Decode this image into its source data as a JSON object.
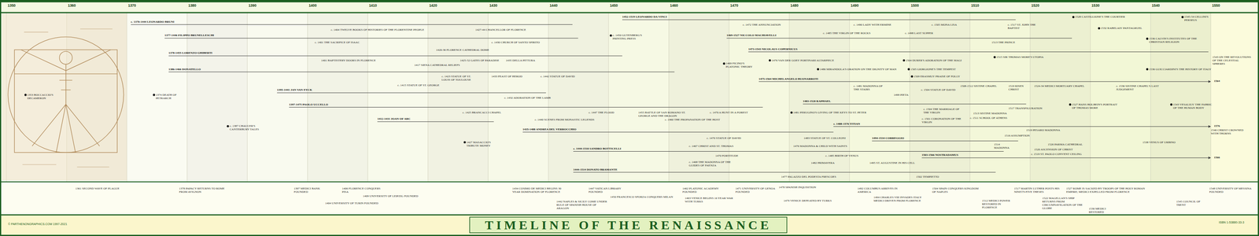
{
  "diagram": {
    "title": "TIMELINE OF THE RENAISSANCE",
    "labels": [
      "1350",
      "1360",
      "1370",
      "1380",
      "1390",
      "1400",
      "1410",
      "1420",
      "1430",
      "1440",
      "1450",
      "1460",
      "1470",
      "1480",
      "1490",
      "1500",
      "1510",
      "1520",
      "1530",
      "1540",
      "1550",
      "c. 1370-1444 LEONARDO BRUNI",
      "c. 1404 TWELVE BOOKS OF HISTORIES OF THE FLORENTINE PEOPLE",
      "1427-44 CHANCELLOR OF FLORENCE",
      "1452-1519 LEONARDO DA VINCI",
      "c. 1472 THE ANNUNCIATION",
      "c. 1490 LADY WITH ERMINE",
      "c. 1505 MONA LISA",
      "c. 1517 ST. JOHN THE BAPTIST",
      "1528 CASTIGLIONE'S THE COURTIER",
      "1545-54 CELLINI'S PERSEUS",
      "c. 1485 THE VIRGIN OF THE ROCKS",
      "c. 1498 LAST SUPPER",
      "1532 RABELAIS' PANTAGRUEL",
      "1377-1446 FILIPPO BRUNELLESCHI",
      "1469-1527 NICCOLO MACHIAVELLI",
      "1536 CALVIN'S INSTITUTES OF THE CHRISTIAN RELIGION",
      "c. 1401 THE SACRIFICE OF ISAAC",
      "c. 1430 CHURCH OF SANTO SPIRITO",
      "1513 THE PRINCE",
      "c. 1450 GUTENBERG'S PRINTING PRESS",
      "1420-36 FLORENCE CATHEDRAL DOME",
      "1378-1455 LORENZO GHIBERTI",
      "1473-1543 NICOLAUS COPERNICUS",
      "1543 ON THE REVOLUTIONS OF THE CELESTIAL SPHERES",
      "1515 SIR THOMAS MORE'S UTOPIA",
      "1401 BAPTISTERY DOORS IN FLORENCE",
      "1425-52 GATES OF PARADISE",
      "1435 DELLA PITTURA",
      "1469 FICINO'S PLATONIC THEORY",
      "1476 VAN DER GOES' PORTINARI ALTARPIECE",
      "1504 DURER'S ADORATION OF THE MAGI",
      "1417 SIENA CATHEDRAL RELIEFS",
      "1486 MIRANDOLA'S ORATION ON THE DIGNITY OF MAN",
      "1505 GIORGIONE'S THE TEMPEST",
      "1536 GUICCIARDINI'S THE HISTORY OF ITALY",
      "1386-1466 DONATELLO",
      "c. 1423 STATUE OF ST. LOUIS OF TOULOUSE",
      "1433 FEAST OF HEROD",
      "c. 1442 STATUE OF DAVID",
      "c. 1415 STATUE OF ST. GEORGE",
      "1509 ERASMUS' PRAISE OF FOLLY",
      "1475-1564 MICHELANGELO BUONARROTI",
      "1564",
      "1353 BOCCACCIO'S DECAMERON",
      "1374 DEATH OF PETRARCH",
      "1395-1441 JAN VAN EYCK",
      "c. 1432 ADORATION OF THE LAMB",
      "c. 1481 MADONNA OF THE STAIRS",
      "1499 PIETA",
      "c. 1504 STATUE OF DAVID",
      "1508-1512 SISTINE CHAPEL",
      "1519 RISEN CHRIST",
      "1524-34 MEDICI MORTUARY CHAPEL",
      "c. 1536 SISTINE CHAPEL'S LAST JUDGEMENT",
      "1397-1475 PAOLO UCCELLO",
      "1483-1520 RAPHAEL",
      "c. 1504 THE MARRIAGE OF THE VIRGIN",
      "c. 1501 CORONATION OF THE VIRGIN",
      "1517 TRANSFIGURATION",
      "1513 SISTINE MADONNA",
      "c. 1511 SCHOOL OF ATHENS",
      "1527 HANS HOLBEIN'S PORTRAIT OF THOMAS MORE",
      "1543 VESALIUS' THE FABRIC OF THE HUMAN BODY",
      "c. 1425 BRANCACCI CHAPEL",
      "c. 1447 THE FLOOD",
      "1455 BATTLE OF SAN ROMANO ST. GEORGE AND THE DRAGON",
      "c. 1470 A HUNT IN A FOREST",
      "1481 PERUGINO'S GIVING OF THE KEYS TO ST. PETER",
      "1412-1431 JOAN OF ARC",
      "c. 1440 SCENES FROM MONASTIC LEGENDS",
      "c. 1460 THE PROFANATION OF THE HOST",
      "c. 1387 CHAUCER'S CANTERBURY TALES",
      "c. 1488-1576 TITIAN",
      "1576",
      "1435-1488 ANDREA DEL VERROCCHIO",
      "1519 PESARO MADONNA",
      "1546 CHRIST CROWNED WITH THORNS",
      "c. 1470 STATUE OF DAVID",
      "1483 STATUE OF ST. COLLEONI",
      "1516 ASSUMPTION",
      "1427 MASACCIO'S TRIBUTE MONEY",
      "c. 1467 CHRIST AND ST. THOMAS",
      "1476 MADONNA & CHILD WITH SAINTS",
      "1494-1534 CORREGGIO",
      "1514 MADONNA",
      "1526 PARMA CATHEDRAL",
      "1520 ASCENSION OF CHRIST",
      "c. 1519 ST. PAOLO CONVENT CEILING",
      "1538 VENUS OF URBINO",
      "c. 1444-1510 SANDRO BOTTICELLI",
      "1470 FORTITUDE",
      "c. 1485 BIRTH OF VENUS",
      "1503-1566 NOSTRADAMUS",
      "1566",
      "c. 1468 THE MADONNA OF THE GUIDES OF FAENZA",
      "1482 PRIMAVERA",
      "1495 ST. AUGUSTINE IN HIS CELL",
      "1444-1514 DONATO BRAMANTE",
      "1477 PALAZZO DEL PODESTA FRESCOES",
      "1502 TEMPIETTO",
      "1361 SECOND WAVE OF PLAGUE",
      "1378 PAPACY RETURNS TO ROME FROM AVIGNON",
      "1397 MEDICI BANK FOUNDED",
      "1406 FLORENCE CONQUERS PISA",
      "1409 UNIVERSITY OF LEIPZIG FOUNDED",
      "1404 UNIVERSITY OF TURIN FOUNDED",
      "1434 COSIMO DE MEDICI BEGINS 30 YEAR DOMINATION OF FLORENCE",
      "1442 NAPLES & SICILY COME UNDER RULE OF SPANISH HOUSE OF ARAGON",
      "1447 VATICAN LIBRARY FOUNDED",
      "1450 FRANCESCO SFORZA CONQUERS MILAN",
      "1462 PLATONIC ACADEMY FOUNDED",
      "1463 VENICE BEGINS 16 YEAR WAR WITH TURKS",
      "1471 UNIVERSITY OF GENOA FOUNDED",
      "1478 SPANISH INQUISITION",
      "1479 VENICE DEFEATED BY TURKS",
      "1492 COLUMBUS ARRIVES IN AMERICA",
      "1494 CHARLES VIII INVADES ITALY MEDICI DRIVEN FROM FLORENCE",
      "1504 SPAIN CONQUERS KINGDOM OF NAPLES",
      "1512 MEDICI POWER RESTORED IN FLORENCE",
      "1517 MARTIN LUTHER POSTS HIS NINETY-FIVE THESES",
      "1522 MAGELLAN'S SHIP RETURNS FROM CIRCUMNAVIGATION OF THE GLOBE",
      "1527 ROME IS SACKED BY TROOPS OF THE HOLY ROMAN EMPIRE; MEDICI EXPELLED FROM FLORENCE",
      "1530 MEDICI RESTORED",
      "1545 COUNCIL OF TRENT",
      "1548 UNIVERSITY OF MESSINA FOUNDED",
      "© PARTHENONGRAPHICS.COM 1997-2021",
      "ISBN 1-53880-33-3"
    ]
  }
}
